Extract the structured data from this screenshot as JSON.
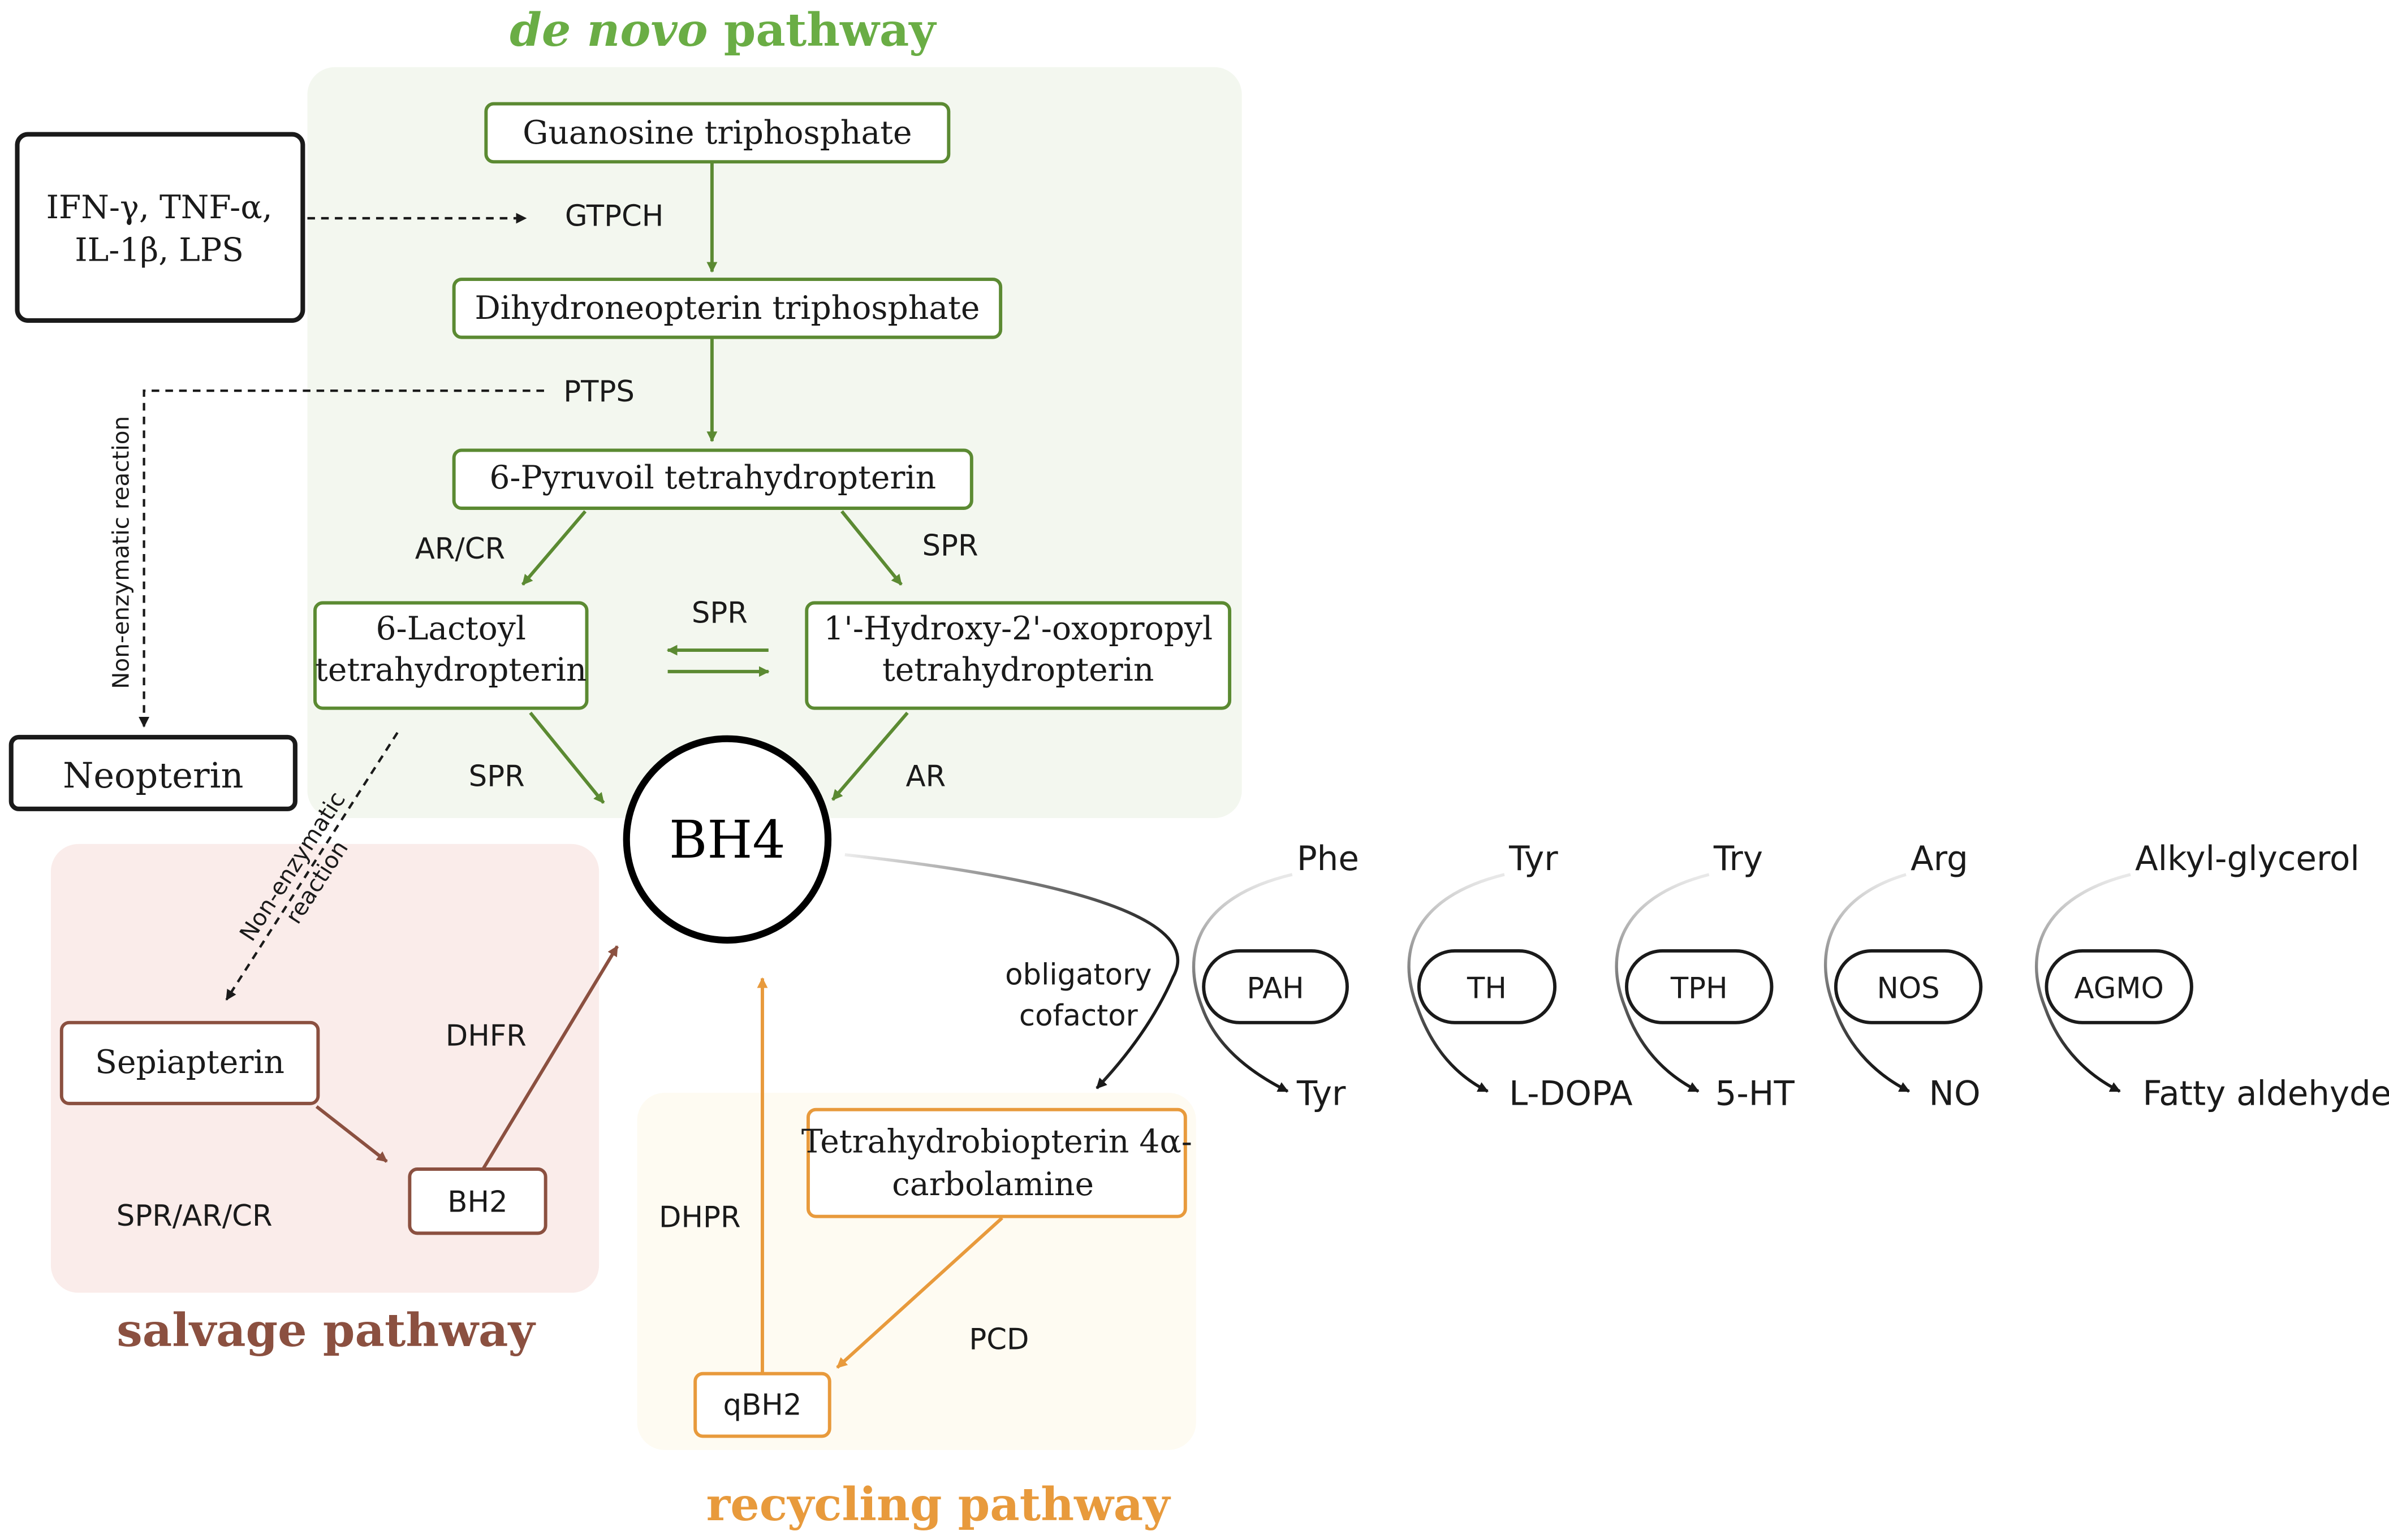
{
  "colors": {
    "green": "#5b8a32",
    "green_title": "#6aad45",
    "green_bg": "#f3f7ef",
    "brown": "#8b5040",
    "brown_bg": "#faecea",
    "orange": "#e89a3c",
    "orange_bg": "#fefbf2",
    "black": "#1a1a1a"
  },
  "titles": {
    "de_novo_italic": "de novo",
    "de_novo_rest": " pathway",
    "salvage": "salvage pathway",
    "recycling": "recycling pathway"
  },
  "stimuli": {
    "line1": "IFN-γ, TNF-α,",
    "line2": "IL-1β, LPS"
  },
  "neopterin": "Neopterin",
  "denovo": {
    "gtp": "Guanosine triphosphate",
    "gtpch": "GTPCH",
    "dhnp": "Dihydroneopterin triphosphate",
    "ptps": "PTPS",
    "pyruvoil": "6-Pyruvoil tetrahydropterin",
    "ar_cr": "AR/CR",
    "spr_right": "SPR",
    "lactoyl_1": "6-Lactoyl",
    "lactoyl_2": "tetrahydropterin",
    "hydroxy_1": "1'-Hydroxy-2'-oxopropyl",
    "hydroxy_2": "tetrahydropterin",
    "spr_mid": "SPR",
    "spr_bottom": "SPR",
    "ar_bottom": "AR"
  },
  "non_enzymatic_vertical": "Non-enzymatic reaction",
  "non_enzymatic_diag_1": "Non-enzymatic",
  "non_enzymatic_diag_2": "reaction",
  "bh4": "BH4",
  "salvage": {
    "sepiapterin": "Sepiapterin",
    "bh2": "BH2",
    "dhfr": "DHFR",
    "spr_ar_cr": "SPR/AR/CR"
  },
  "recycling": {
    "carbolamine_1": "Tetrahydrobiopterin 4α-",
    "carbolamine_2": "carbolamine",
    "dhpr": "DHPR",
    "pcd": "PCD",
    "qbh2": "qBH2"
  },
  "cofactor": {
    "line1": "obligatory",
    "line2": "cofactor"
  },
  "enzymes": [
    {
      "substrate": "Phe",
      "enzyme": "PAH",
      "product": "Tyr"
    },
    {
      "substrate": "Tyr",
      "enzyme": "TH",
      "product": "L-DOPA"
    },
    {
      "substrate": "Try",
      "enzyme": "TPH",
      "product": "5-HT"
    },
    {
      "substrate": "Arg",
      "enzyme": "NOS",
      "product": "NO"
    },
    {
      "substrate": "Alkyl-glycerol",
      "enzyme": "AGMO",
      "product": "Fatty aldehyde"
    }
  ]
}
